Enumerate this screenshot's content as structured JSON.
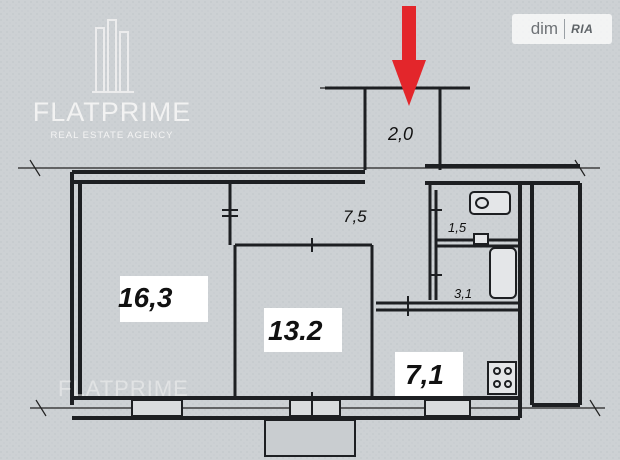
{
  "watermark": {
    "brand": "FLATPRIME",
    "tagline": "REAL ESTATE AGENCY",
    "repeat_brand": "FLATPRIME"
  },
  "badge": {
    "left": "dim",
    "right": "RIA"
  },
  "rooms": {
    "balcony": "2,0",
    "hall": "7,5",
    "bath": "1,5",
    "wc": "3,1",
    "living_room": "16,3",
    "bedroom": "13.2",
    "kitchen": "7,1"
  },
  "colors": {
    "arrow": "#e3262b",
    "wall": "#1d1f22",
    "paper": "#cfd3d6",
    "label_box": "#ffffff"
  },
  "icons": [
    "arrow-down-icon",
    "building-logo-icon",
    "toilet-icon",
    "bathtub-icon",
    "stove-icon"
  ]
}
